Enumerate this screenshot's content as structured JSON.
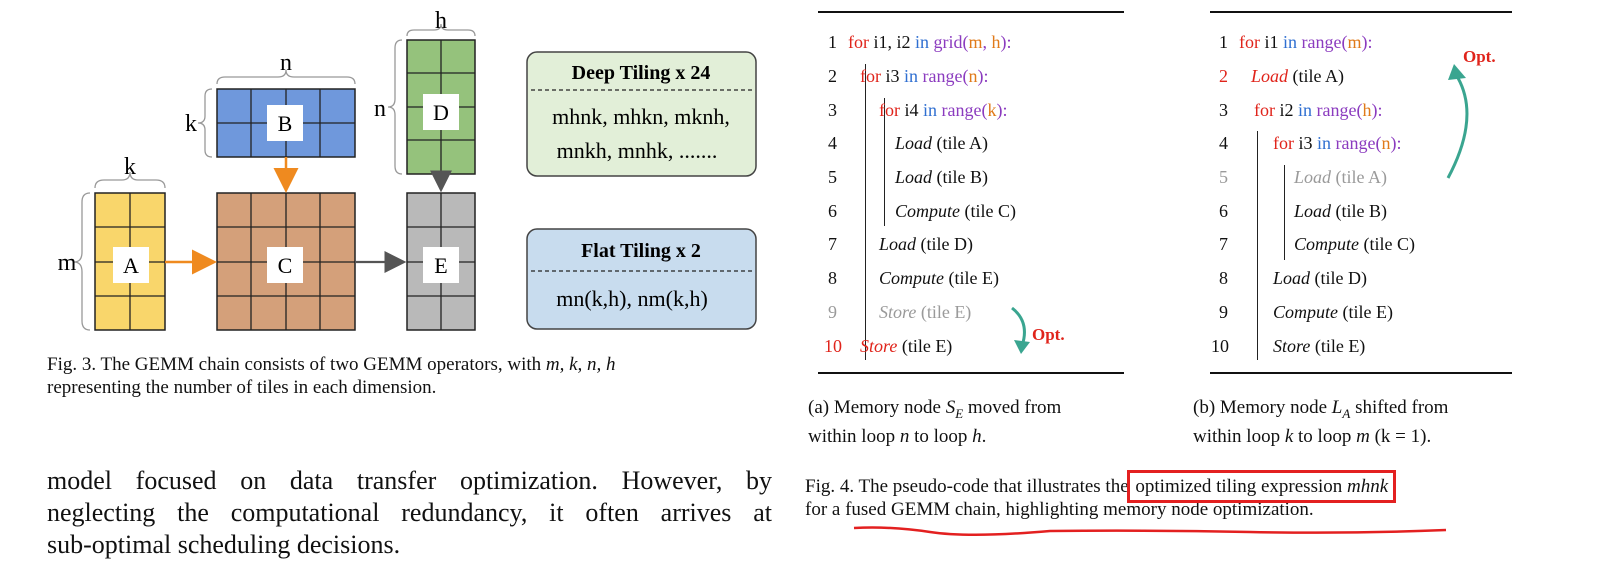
{
  "figure3": {
    "labels": {
      "h": "h",
      "n_top": "n",
      "k_b": "k",
      "n_d": "n",
      "k_a": "k",
      "m": "m",
      "A": "A",
      "B": "B",
      "C": "C",
      "D": "D",
      "E": "E"
    },
    "deep_box": {
      "title": "Deep Tiling x 24",
      "line1": "mhnk, mhkn, mknh,",
      "line2": "mnkh, mnhk, ......."
    },
    "flat_box": {
      "title": "Flat  Tiling x 2",
      "line1": "mn(k,h),  nm(k,h)"
    },
    "caption_prefix": "Fig. 3.  The GEMM chain consists of two GEMM operators, with ",
    "caption_math": "m, k, n, h",
    "caption_line2": "representing the number of tiles in each dimension.",
    "colors": {
      "A": "#f9d66b",
      "B": "#6f98dc",
      "C": "#d4a07a",
      "D": "#95c27c",
      "E": "#b9b9b9",
      "deep_bg": "#e2efd8",
      "flat_bg": "#c8dcee",
      "arrow_orange": "#ef8a1f",
      "arrow_gray": "#555555"
    }
  },
  "body_text": {
    "line1": "model focused on data transfer optimization. However, by",
    "line2": "neglecting the computational redundancy, it often arrives at",
    "line3": "sub-optimal scheduling decisions."
  },
  "code_a": {
    "l1": {
      "n": "1",
      "kw": "for",
      "vars": " i1, i2 ",
      "in": "in",
      "fn": " grid(",
      "a": "m",
      ",": ", ",
      "b": "h",
      ")": "):"
    },
    "l2": {
      "n": "2",
      "kw": "for",
      "vars": " i3 ",
      "in": "in",
      "fn": " range(",
      "a": "n",
      ")": "):"
    },
    "l3": {
      "n": "3",
      "kw": "for",
      "vars": " i4 ",
      "in": "in",
      "fn": " range(",
      "a": "k",
      ")": "):"
    },
    "l4": {
      "n": "4",
      "op": "Load",
      "arg": " (tile A)"
    },
    "l5": {
      "n": "5",
      "op": "Load",
      "arg": " (tile B)"
    },
    "l6": {
      "n": "6",
      "op": "Compute",
      "arg": " (tile C)"
    },
    "l7": {
      "n": "7",
      "op": "Load",
      "arg": " (tile D)"
    },
    "l8": {
      "n": "8",
      "op": "Compute",
      "arg": " (tile E)"
    },
    "l9": {
      "n": "9",
      "op": "Store",
      "arg": " (tile E)"
    },
    "l10": {
      "n": "10",
      "op": "Store",
      "arg": " (tile E)"
    },
    "opt": "Opt.",
    "caption_prefix": "(a) Memory node ",
    "caption_math": "S",
    "caption_sub": "E",
    "caption_mid": " moved from",
    "caption_line2_prefix": "within loop ",
    "caption_line2_math1": "n",
    "caption_line2_mid": " to loop ",
    "caption_line2_math2": "h",
    "caption_line2_end": "."
  },
  "code_b": {
    "l1": {
      "n": "1",
      "kw": "for",
      "vars": " i1 ",
      "in": "in",
      "fn": " range(",
      "a": "m",
      ")": "):"
    },
    "l2": {
      "n": "2",
      "op": "Load",
      "arg": " (tile A)"
    },
    "l3": {
      "n": "3",
      "kw": "for",
      "vars": " i2 ",
      "in": "in",
      "fn": " range(",
      "a": "h",
      ")": "):"
    },
    "l4": {
      "n": "4",
      "kw": "for",
      "vars": " i3 ",
      "in": "in",
      "fn": " range(",
      "a": "n",
      ")": "):"
    },
    "l5": {
      "n": "5",
      "op": "Load",
      "arg": " (tile A)"
    },
    "l6": {
      "n": "6",
      "op": "Load",
      "arg": " (tile B)"
    },
    "l7": {
      "n": "7",
      "op": "Compute",
      "arg": " (tile C)"
    },
    "l8": {
      "n": "8",
      "op": "Load",
      "arg": " (tile D)"
    },
    "l9": {
      "n": "9",
      "op": "Compute",
      "arg": " (tile E)"
    },
    "l10": {
      "n": "10",
      "op": "Store",
      "arg": " (tile E)"
    },
    "opt": "Opt.",
    "caption_prefix": "(b) Memory node ",
    "caption_math": "L",
    "caption_sub": "A",
    "caption_mid": " shifted from",
    "caption_line2_prefix": "within loop ",
    "caption_line2_math1": "k",
    "caption_line2_mid": " to loop ",
    "caption_line2_math2": "m",
    "caption_line2_paren": " (k = 1)."
  },
  "figure4": {
    "caption_prefix": "Fig. 4.  The pseudo-code that illustrates the ",
    "caption_boxed": "optimized tiling expression ",
    "caption_math": "mhnk",
    "caption_line2": "for a fused GEMM chain, highlighting memory node optimization."
  }
}
